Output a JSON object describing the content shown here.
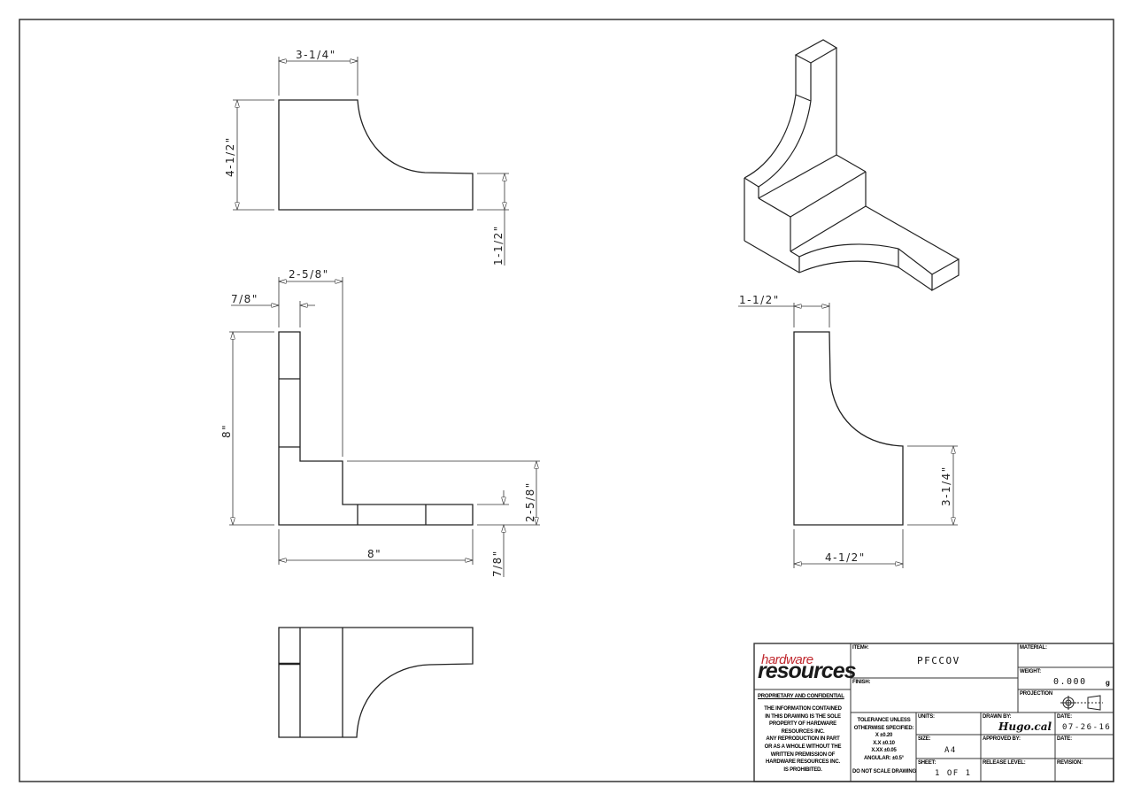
{
  "drawing": {
    "views": {
      "front_view": {
        "dimensions": {
          "width_top": "3-1/4\"",
          "height": "4-1/2\"",
          "right_height": "1-1/2\""
        }
      },
      "top_view": {
        "dimensions": {
          "overall_width_top": "2-5/8\"",
          "thickness_left": "7/8\"",
          "height": "8\"",
          "overall_width": "8\"",
          "right_step": "2-5/8\"",
          "right_thickness": "7/8\""
        }
      },
      "side_view": {
        "dimensions": {
          "top_width": "1-1/2\"",
          "right_height": "3-1/4\"",
          "bottom_width": "4-1/2\""
        }
      },
      "bottom_view": {},
      "isometric_view": {}
    }
  },
  "title_block": {
    "logo": {
      "top": "hardware",
      "bottom": "resources",
      "accent_color": "#c0282e"
    },
    "proprietary_heading": "PROPRIETARY AND CONFIDENTIAL",
    "proprietary_text": [
      "THE INFORMATION CONTAINED",
      "IN THIS DRAWING IS THE SOLE",
      "PROPERTY OF HARDWARE",
      "RESOURCES INC.",
      "ANY REPRODUCTION IN PART",
      "OR AS A WHOLE WITHOUT THE",
      "WRITTEN PREMISSION OF",
      "HARDWARE RESOURCES INC.",
      "IS PROHIBITED."
    ],
    "item_label": "ITEM#:",
    "item_value": "PFCCOV",
    "finish_label": "FINISH:",
    "finish_value": "",
    "material_label": "MATERIAL:",
    "material_value": "",
    "weight_label": "WEIGHT:",
    "weight_value": "0.000",
    "weight_unit": "g",
    "projection_label": "PROJECTION",
    "tolerance": [
      "TOLERANCE UNLESS",
      "OTHERWISE SPECIFIED:",
      "X   ±0.20",
      "X.X  ±0.10",
      "X.XX  ±0.05",
      "ANGULAR: ±0.5°"
    ],
    "do_not_scale": "DO NOT SCALE DRAWING",
    "units_label": "UNITS:",
    "units_value": "",
    "size_label": "SIZE:",
    "size_value": "A4",
    "sheet_label": "SHEET:",
    "sheet_value": "1 OF 1",
    "drawn_by_label": "DRAWN BY:",
    "drawn_by_value": "Hugo.cal",
    "approved_by_label": "APPROVED BY:",
    "approved_by_value": "",
    "release_level_label": "RELEASE LEVEL:",
    "release_level_value": "",
    "date_label": "DATE:",
    "date_value": "07-26-16",
    "date2_label": "DATE:",
    "date2_value": "",
    "revision_label": "REVISION:",
    "revision_value": ""
  }
}
